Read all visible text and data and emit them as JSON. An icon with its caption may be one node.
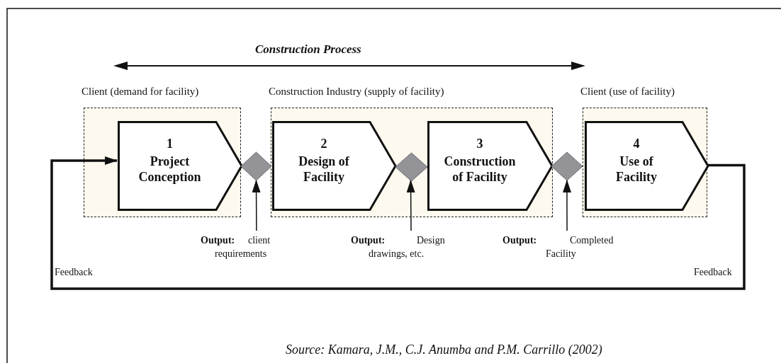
{
  "diagram": {
    "nodes": [
      {
        "text": [
          "Client (demand for facility)"
        ]
      },
      {
        "text": [
          "1",
          "Project Conception"
        ],
        "in": 0
      },
      {
        "text": [
          "Construction Industry (supply of facility)"
        ]
      },
      {
        "text": [
          "2",
          "Design of Facility"
        ],
        "in": 2
      },
      {
        "text": [
          "3",
          "Construction of Facility"
        ],
        "in": 2
      },
      {
        "text": [
          "Client (use of facility)"
        ]
      },
      {
        "text": [
          "4",
          "Use of Facility"
        ],
        "in": 5
      },
      {
        "text": [],
        "shape": "diamond"
      },
      {
        "text": [],
        "shape": "diamond",
        "in": 2
      },
      {
        "text": [],
        "shape": "diamond"
      },
      {
        "text": [
          "Output:",
          "client requirements"
        ]
      },
      {
        "text": [
          "Output:",
          "Design drawings, etc."
        ]
      },
      {
        "text": [
          "Output:",
          "Completed Facility"
        ]
      }
    ],
    "edges": [
      {
        "from": 10,
        "to": 7,
        "arrow": "to"
      },
      {
        "from": 11,
        "to": 8,
        "arrow": "to"
      },
      {
        "from": 12,
        "to": 9,
        "arrow": "to"
      },
      {
        "from": 6,
        "to": 1,
        "arrow": "to",
        "style": "thick"
      }
    ],
    "labels": [
      "Construction Process",
      "Feedback",
      "Feedback"
    ],
    "caption": "Source: Kamara, J.M., C.J. Anumba and P.M. Carrillo (2002)"
  }
}
